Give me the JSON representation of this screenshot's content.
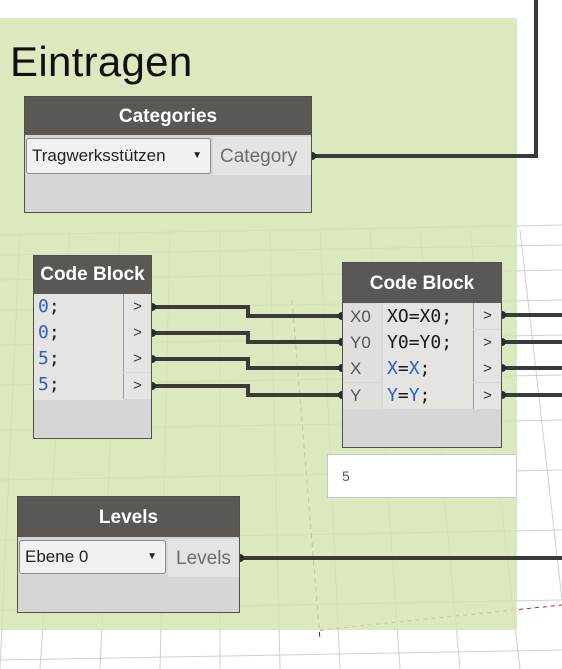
{
  "group": {
    "title": "Eintragen"
  },
  "categories_node": {
    "title": "Categories",
    "dropdown_value": "Tragwerksstützen",
    "output_label": "Category"
  },
  "code_block_1": {
    "title": "Code Block",
    "lines": [
      "0",
      "0",
      "5",
      "5"
    ],
    "line_suffix": ";",
    "output_symbol": ">"
  },
  "code_block_2": {
    "title": "Code Block",
    "inputs": [
      "X0",
      "Y0",
      "X",
      "Y"
    ],
    "lines": [
      {
        "lhs": "XO",
        "rhs": "X0"
      },
      {
        "lhs": "Y0",
        "rhs": "Y0"
      },
      {
        "lhs": "X",
        "rhs": "X"
      },
      {
        "lhs": "Y",
        "rhs": "Y"
      }
    ],
    "equals": "=",
    "line_suffix": ";",
    "output_symbol": ">"
  },
  "preview": {
    "value": "5"
  },
  "levels_node": {
    "title": "Levels",
    "dropdown_value": "Ebene 0",
    "output_label": "Levels"
  },
  "colors": {
    "group_fill": "#d6e4b2",
    "node_header": "#5b5754",
    "node_body": "#d6d6d6",
    "code_number": "#2a5fc8",
    "wire": "#3a3a3a"
  }
}
